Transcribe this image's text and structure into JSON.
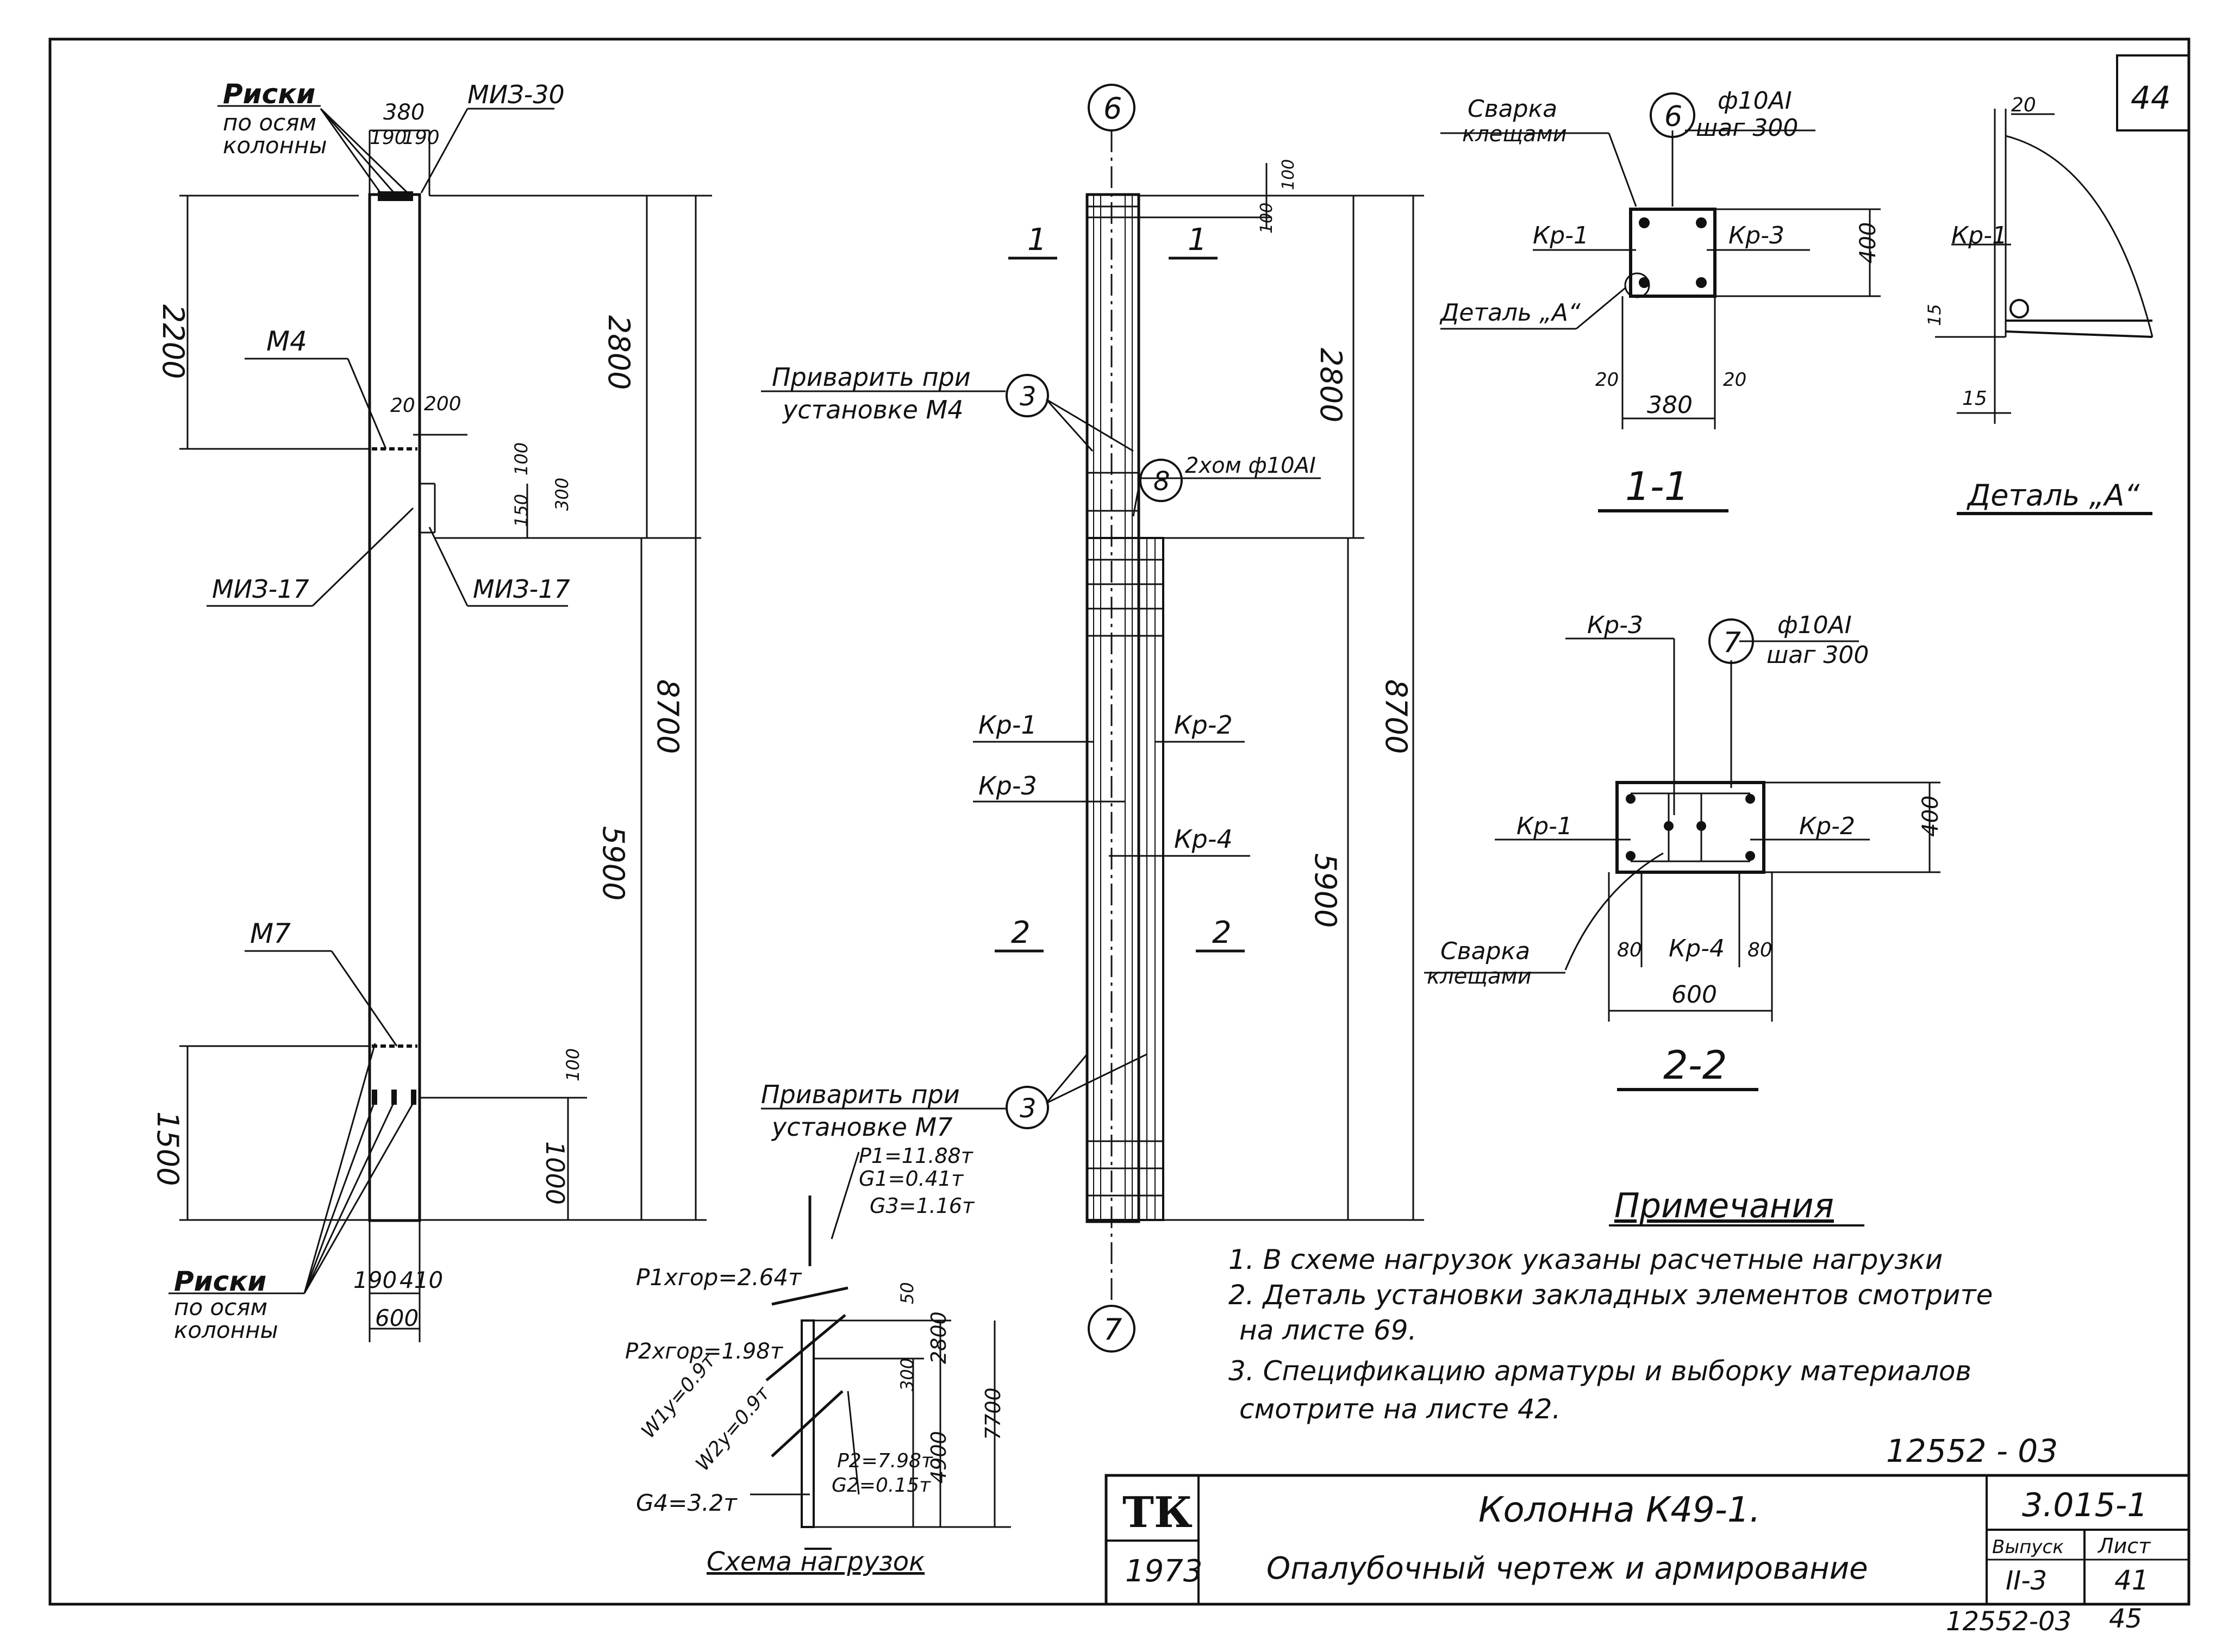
{
  "sheet": {
    "sheet_corner": "44",
    "footer_code": "12552-03",
    "footer_page": "45",
    "doc_code": "12552 - 03"
  },
  "view_left": {
    "riski_top": [
      "Риски",
      "по осям",
      "колонны"
    ],
    "dim_380": "380",
    "dim_190a": "190",
    "dim_190b": "190",
    "miz30": "МИЗ-30",
    "m4": "М4",
    "dim_20": "20",
    "dim_200": "200",
    "dim_100": "100",
    "dim_300": "300",
    "dim_150": "150",
    "miz17_left": "МИЗ-17",
    "miz17_right": "МИЗ-17",
    "dim_2200": "2200",
    "dim_2800": "2800",
    "dim_8700": "8700",
    "dim_5900": "5900",
    "m7": "М7",
    "dim_1500": "1500",
    "dim_100b": "100",
    "dim_1000": "1000",
    "riski_bottom": [
      "Риски",
      "по осям",
      "колонны"
    ],
    "dim_190c": "190",
    "dim_410": "410",
    "dim_600": "600"
  },
  "view_mid": {
    "axis_top": "6",
    "axis_bottom": "7",
    "sec1_left": "1",
    "sec1_right": "1",
    "sec2_left": "2",
    "sec2_right": "2",
    "dim_100a": "100",
    "dim_100b": "100",
    "privarit_m4": [
      "Приварить при",
      "установке М4"
    ],
    "callout_3a": "3",
    "callout_8": "8",
    "hom": "2хом ф10АI",
    "kr1": "Кр-1",
    "kr2": "Кр-2",
    "kr3": "Кр-3",
    "kr4": "Кр-4",
    "dim_2800": "2800",
    "dim_8700": "8700",
    "dim_5900": "5900",
    "privarit_m7": [
      "Приварить при",
      "установке М7"
    ],
    "callout_3b": "3"
  },
  "load_scheme": {
    "p1": "P1=11.88т",
    "g1": "G1=0.41т",
    "g3": "G3=1.16т",
    "p1x": "P1xгор=2.64т",
    "p2x": "P2xгор=1.98т",
    "w1": "W1y=0.9т",
    "w2": "W2y=0.9т",
    "dim_50": "50",
    "dim_300": "300",
    "dim_2800": "2800",
    "dim_4900": "4900",
    "dim_7700": "7700",
    "p2": "P2=7.98т",
    "g2": "G2=0.15т",
    "g4": "G4=3.2т",
    "title": "Схема нагрузок"
  },
  "section_11": {
    "svarka": [
      "Сварка",
      "клещами"
    ],
    "axis": "6",
    "bar": "ф10АI",
    "step": "шаг 300",
    "kr1": "Кр-1",
    "kr3": "Кр-3",
    "detail": "Деталь „А“",
    "dim_400": "400",
    "dim_20a": "20",
    "dim_20b": "20",
    "dim_380": "380",
    "title": "1-1"
  },
  "detail_a": {
    "dim_20": "20",
    "kr1": "Кр-1",
    "dim_15a": "15",
    "dim_15b": "15",
    "title": "Деталь „А“"
  },
  "section_22": {
    "kr3": "Кр-3",
    "axis": "7",
    "bar": "ф10АI",
    "step": "шаг 300",
    "kr1": "Кр-1",
    "kr2": "Кр-2",
    "dim_400": "400",
    "svarka": [
      "Сварка",
      "клещами"
    ],
    "dim_80a": "80",
    "kr4": "Кр-4",
    "dim_80b": "80",
    "dim_600": "600",
    "title": "2-2"
  },
  "notes": {
    "title": "Примечания",
    "lines": [
      "1. В схеме нагрузок указаны расчетные нагрузки",
      "2. Деталь установки закладных элементов смотрите",
      "на листе 69.",
      "3. Спецификацию арматуры и выборку материалов",
      "смотрите на листе 42."
    ]
  },
  "title_block": {
    "logo": "ТК",
    "year": "1973",
    "name": "Колонна К49-1.",
    "subtitle": "Опалубочный чертеж и армирование",
    "series": "3.015-1",
    "vypusk_label": "Выпуск",
    "vypusk": "II-3",
    "list_label": "Лист",
    "list": "41"
  }
}
